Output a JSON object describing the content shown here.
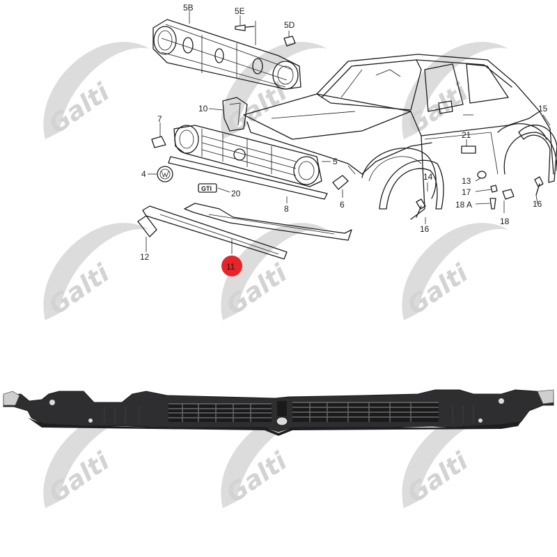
{
  "watermark": {
    "text": "Galti"
  },
  "callouts": [
    {
      "id": "5B",
      "label": "5B"
    },
    {
      "id": "5E",
      "label": "5E"
    },
    {
      "id": "5D",
      "label": "5D"
    },
    {
      "id": "10",
      "label": "10"
    },
    {
      "id": "7",
      "label": "7"
    },
    {
      "id": "5",
      "label": "5"
    },
    {
      "id": "4",
      "label": "4"
    },
    {
      "id": "20",
      "label": "20"
    },
    {
      "id": "GTI",
      "label": "GTI"
    },
    {
      "id": "8",
      "label": "8"
    },
    {
      "id": "6",
      "label": "6"
    },
    {
      "id": "12",
      "label": "12"
    },
    {
      "id": "11",
      "label": "11"
    },
    {
      "id": "15",
      "label": "15"
    },
    {
      "id": "21",
      "label": "21"
    },
    {
      "id": "14",
      "label": "14"
    },
    {
      "id": "13",
      "label": "13"
    },
    {
      "id": "17",
      "label": "17"
    },
    {
      "id": "18A",
      "label": "18 A"
    },
    {
      "id": "16a",
      "label": "16"
    },
    {
      "id": "16b",
      "label": "16"
    },
    {
      "id": "18",
      "label": "18"
    }
  ],
  "highlight": {
    "callout": "11",
    "color": "#e8242b"
  },
  "colors": {
    "line": "#1a1a1a",
    "watermark": "#d3d3d3",
    "photo_part": "#2e2e30"
  }
}
